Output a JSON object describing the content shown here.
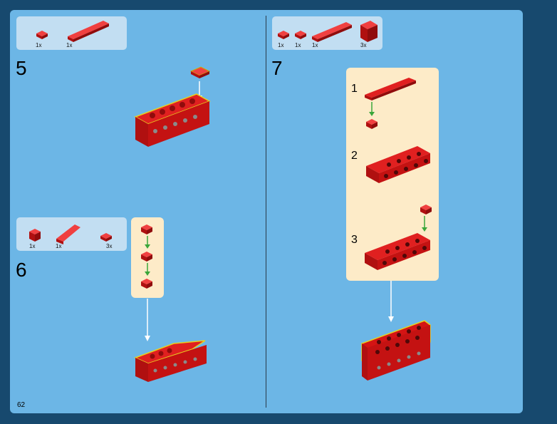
{
  "page_number": "62",
  "colors": {
    "page": "#6cb6e6",
    "frame": "#17496e",
    "callout": "#c2def2",
    "subassembly": "#fdebc8",
    "brick": "#d41414",
    "arrow_green": "#3aa63a"
  },
  "steps": [
    {
      "number": "5",
      "parts": [
        {
          "qty": "1x"
        },
        {
          "qty": "1x"
        }
      ]
    },
    {
      "number": "6",
      "parts": [
        {
          "qty": "1x"
        },
        {
          "qty": "1x"
        },
        {
          "qty": "3x"
        }
      ]
    },
    {
      "number": "7",
      "parts": [
        {
          "qty": "1x"
        },
        {
          "qty": "1x"
        },
        {
          "qty": "1x"
        },
        {
          "qty": "3x"
        }
      ],
      "substeps": [
        "1",
        "2",
        "3"
      ]
    }
  ]
}
